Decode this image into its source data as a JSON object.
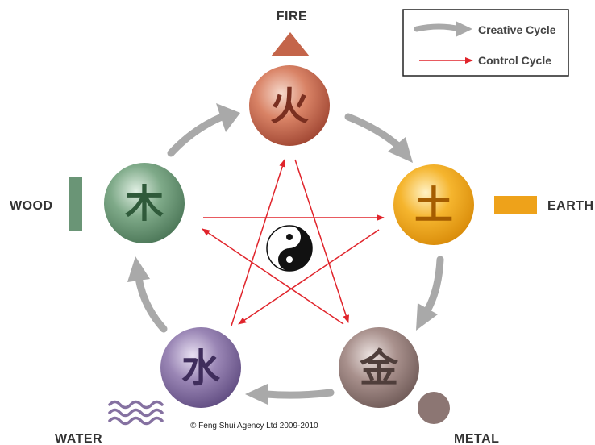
{
  "legend": {
    "creative_label": "Creative Cycle",
    "control_label": "Control Cycle",
    "creative_color": "#a9a9a9",
    "control_color": "#e0242b"
  },
  "elements": {
    "fire": {
      "name": "FIRE",
      "glyph": "火",
      "color": "#c4654a",
      "symbol": "triangle"
    },
    "earth": {
      "name": "EARTH",
      "glyph": "土",
      "color": "#eea21a",
      "symbol": "rectangle"
    },
    "metal": {
      "name": "METAL",
      "glyph": "金",
      "color": "#8c7673",
      "symbol": "circle"
    },
    "water": {
      "name": "WATER",
      "glyph": "水",
      "color": "#8571a1",
      "symbol": "waves"
    },
    "wood": {
      "name": "WOOD",
      "glyph": "木",
      "color": "#6a9576",
      "symbol": "vertical-bar"
    }
  },
  "center_symbol": "yin-yang-icon",
  "copyright": "© Feng Shui Agency Ltd 2009-2010"
}
